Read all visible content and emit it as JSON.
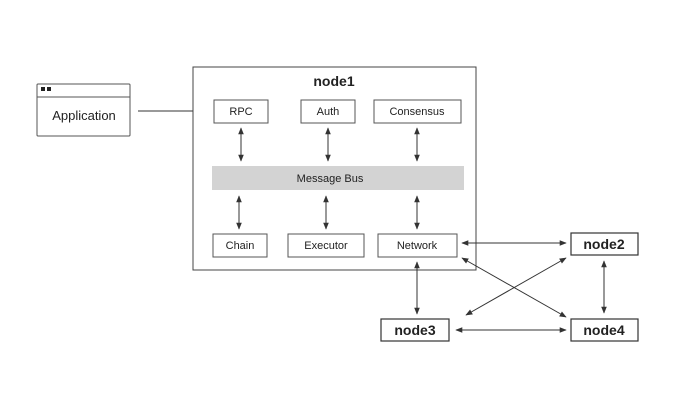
{
  "application": {
    "label": "Application"
  },
  "node1": {
    "title": "node1",
    "top_modules": [
      "RPC",
      "Auth",
      "Consensus"
    ],
    "bus": "Message Bus",
    "bottom_modules": [
      "Chain",
      "Executor",
      "Network"
    ]
  },
  "peers": {
    "node2": "node2",
    "node3": "node3",
    "node4": "node4"
  },
  "colors": {
    "bus_fill": "#d3d3d3",
    "line": "#333333",
    "border": "#555555"
  }
}
